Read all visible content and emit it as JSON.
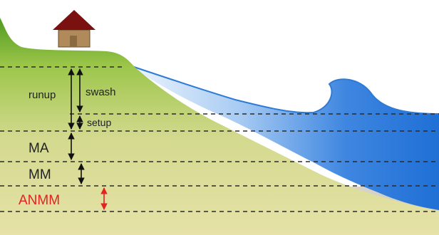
{
  "labels": {
    "runup": "runup",
    "swash": "swash",
    "setup": "setup",
    "ma": "MA",
    "mm": "MM",
    "anmm": "ANMM"
  },
  "colors": {
    "land_top": "#4f9a1f",
    "land_bottom": "#e6e2a8",
    "sea_light": "#eef5fd",
    "sea_deep": "#1f6fd6",
    "sea_line": "#2e7bd6",
    "house_roof": "#7a1010",
    "house_wall": "#b08a5a",
    "bottom_band": "#cfccc4",
    "anmm_accent": "#e32222"
  },
  "icons": [
    "house-icon"
  ]
}
